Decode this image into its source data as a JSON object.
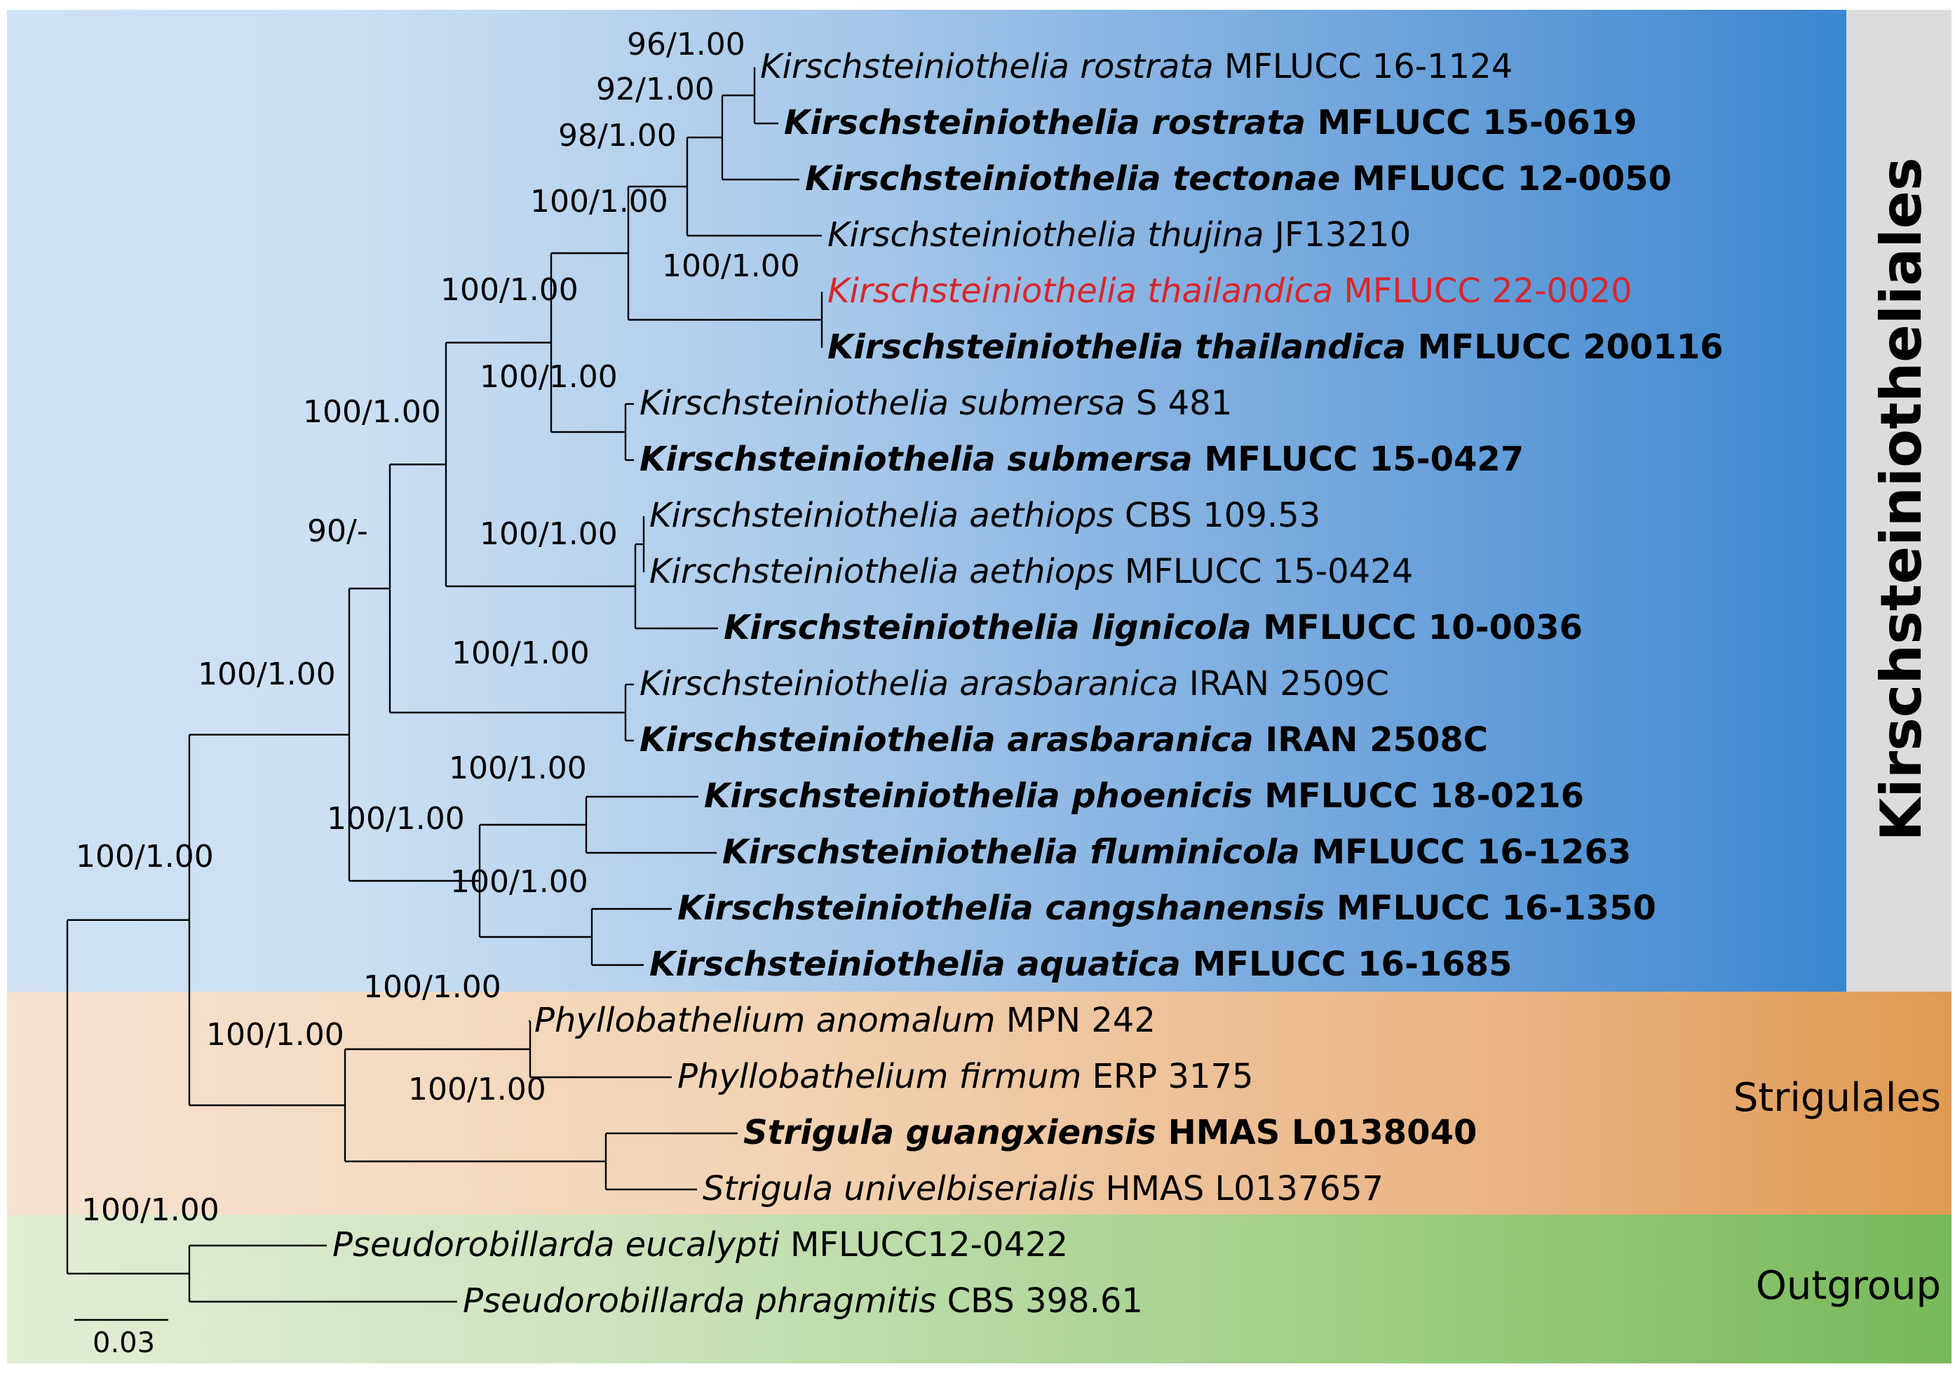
{
  "clades": {
    "kirschsteiniotheliales": "Kirschsteiniotheliales",
    "strigulales": "Strigulales",
    "outgroup": "Outgroup"
  },
  "taxa": [
    {
      "species": "Kirschsteiniothelia rostrata",
      "strain": "MFLUCC 16-1124",
      "bold": false,
      "highlight": false
    },
    {
      "species": "Kirschsteiniothelia rostrata",
      "strain": "MFLUCC 15-0619",
      "bold": true,
      "highlight": false
    },
    {
      "species": "Kirschsteiniothelia tectonae",
      "strain": "MFLUCC 12-0050",
      "bold": true,
      "highlight": false
    },
    {
      "species": "Kirschsteiniothelia thujina",
      "strain": "JF13210",
      "bold": false,
      "highlight": false
    },
    {
      "species": "Kirschsteiniothelia thailandica",
      "strain": "MFLUCC 22-0020",
      "bold": false,
      "highlight": true
    },
    {
      "species": "Kirschsteiniothelia thailandica",
      "strain": "MFLUCC 200116",
      "bold": true,
      "highlight": false
    },
    {
      "species": "Kirschsteiniothelia submersa",
      "strain": "S 481",
      "bold": false,
      "highlight": false
    },
    {
      "species": "Kirschsteiniothelia submersa",
      "strain": "MFLUCC 15-0427",
      "bold": true,
      "highlight": false
    },
    {
      "species": "Kirschsteiniothelia aethiops",
      "strain": "CBS 109.53",
      "bold": false,
      "highlight": false
    },
    {
      "species": "Kirschsteiniothelia aethiops",
      "strain": "MFLUCC 15-0424",
      "bold": false,
      "highlight": false
    },
    {
      "species": "Kirschsteiniothelia lignicola",
      "strain": "MFLUCC 10-0036",
      "bold": true,
      "highlight": false
    },
    {
      "species": "Kirschsteiniothelia arasbaranica",
      "strain": "IRAN 2509C",
      "bold": false,
      "highlight": false
    },
    {
      "species": "Kirschsteiniothelia arasbaranica",
      "strain": "IRAN 2508C",
      "bold": true,
      "highlight": false
    },
    {
      "species": "Kirschsteiniothelia phoenicis",
      "strain": "MFLUCC 18-0216",
      "bold": true,
      "highlight": false
    },
    {
      "species": "Kirschsteiniothelia fluminicola",
      "strain": "MFLUCC 16-1263",
      "bold": true,
      "highlight": false
    },
    {
      "species": "Kirschsteiniothelia cangshanensis",
      "strain": "MFLUCC 16-1350",
      "bold": true,
      "highlight": false
    },
    {
      "species": "Kirschsteiniothelia aquatica",
      "strain": "MFLUCC 16-1685",
      "bold": true,
      "highlight": false
    },
    {
      "species": "Phyllobathelium anomalum",
      "strain": "MPN 242",
      "bold": false,
      "highlight": false
    },
    {
      "species": "Phyllobathelium firmum",
      "strain": "ERP 3175",
      "bold": false,
      "highlight": false
    },
    {
      "species": "Strigula guangxiensis",
      "strain": "HMAS L0138040",
      "bold": true,
      "highlight": false
    },
    {
      "species": "Strigula univelbiserialis",
      "strain": "HMAS L0137657",
      "bold": false,
      "highlight": false
    },
    {
      "species": "Pseudorobillarda eucalypti",
      "strain": "MFLUCC12-0422",
      "bold": false,
      "highlight": false
    },
    {
      "species": "Pseudorobillarda phragmitis",
      "strain": "CBS 398.61",
      "bold": false,
      "highlight": false
    }
  ],
  "support_values": [
    "96/1.00",
    "92/1.00",
    "98/1.00",
    "100/1.00",
    "100/1.00",
    "100/1.00",
    "100/1.00",
    "100/1.00",
    "100/1.00",
    "90/-",
    "100/1.00",
    "100/1.00",
    "100/1.00",
    "100/1.00",
    "100/1.00",
    "100/1.00",
    "100/1.00",
    "100/1.00",
    "100/1.00",
    "100/1.00"
  ],
  "scale_bar": {
    "label": "0.03"
  },
  "colors": {
    "highlight_text": "#d7262b",
    "kirschsteiniotheliales_band": "#3b87cf",
    "strigulales_band": "#e09a52",
    "outgroup_band": "#77b95a",
    "side_panel": "#dcdcdc"
  }
}
